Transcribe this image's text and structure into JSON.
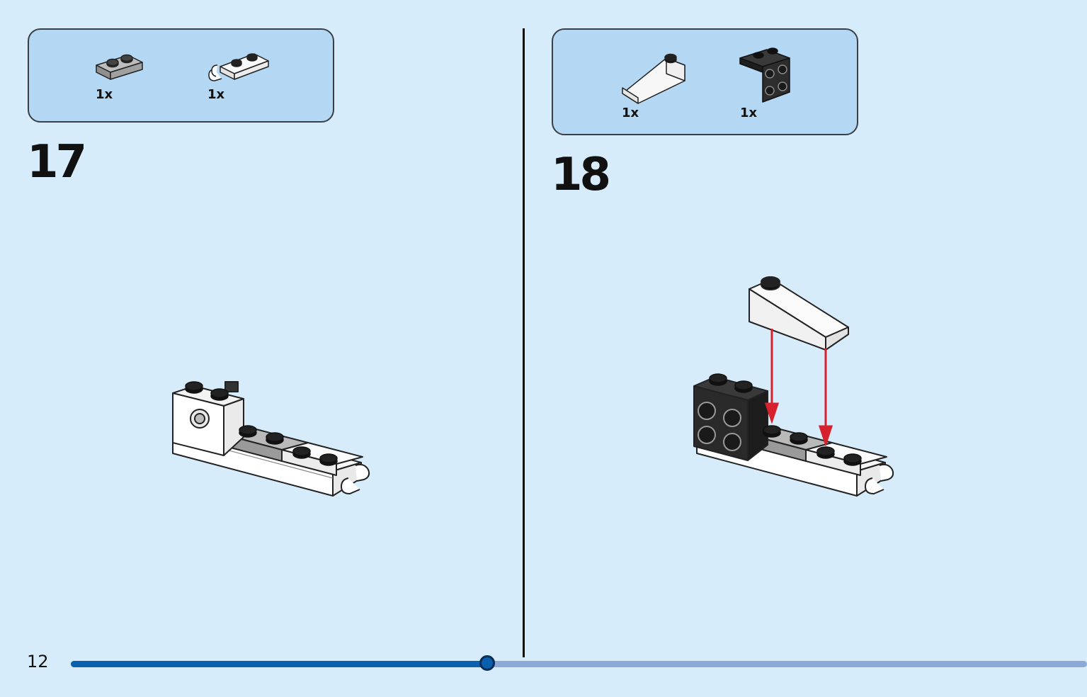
{
  "steps": [
    {
      "number": "17",
      "parts": [
        {
          "icon": "gray-plate-1x2-icon",
          "quantity": "1x",
          "color": "#a7a7a7"
        },
        {
          "icon": "white-plate-with-clip-icon",
          "quantity": "1x",
          "color": "#ffffff"
        }
      ]
    },
    {
      "number": "18",
      "parts": [
        {
          "icon": "white-slope-brick-icon",
          "quantity": "1x",
          "color": "#ffffff"
        },
        {
          "icon": "black-bracket-brick-icon",
          "quantity": "1x",
          "color": "#2a2a2a"
        }
      ]
    }
  ],
  "footer": {
    "page_number": "12",
    "progress": 0.41
  },
  "colors": {
    "background": "#d6ecfa",
    "parts_box": "#b4d7f3",
    "progress_done": "#0a5fae",
    "progress_remaining": "#8ea9d8",
    "arrow": "#d6202c"
  }
}
